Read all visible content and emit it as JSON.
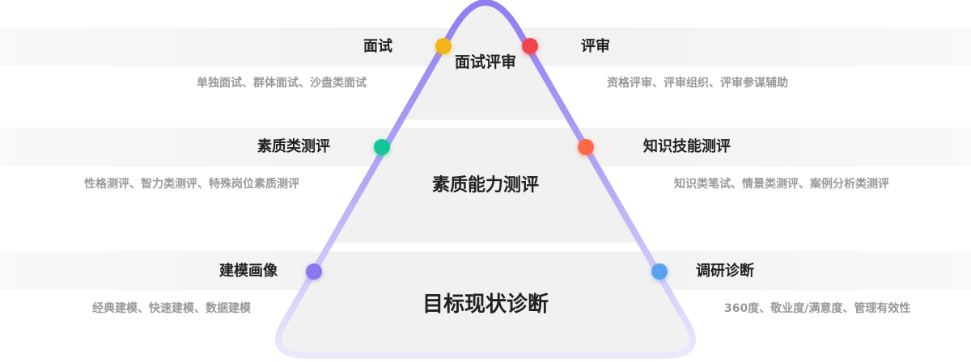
{
  "levels": [
    {
      "center": "面试评审",
      "left": {
        "title": "面试",
        "desc": "单独面试、群体面试、沙盘类面试",
        "color": "#f2b418"
      },
      "right": {
        "title": "评审",
        "desc": "资格评审、评审组织、评审参谋辅助",
        "color": "#f2444c"
      }
    },
    {
      "center": "素质能力测评",
      "left": {
        "title": "素质类测评",
        "desc": "性格测评、智力类测评、特殊岗位素质测评",
        "color": "#14c79a"
      },
      "right": {
        "title": "知识技能测评",
        "desc": "知识类笔试、情景类测评、案例分析类测评",
        "color": "#ff6a45"
      }
    },
    {
      "center": "目标现状诊断",
      "left": {
        "title": "建模画像",
        "desc": "经典建模、快速建模、数据建模",
        "color": "#8a78ec"
      },
      "right": {
        "title": "调研诊断",
        "desc": "360度、敬业度/满意度、管理有效性",
        "color": "#5aa2ee"
      }
    }
  ]
}
